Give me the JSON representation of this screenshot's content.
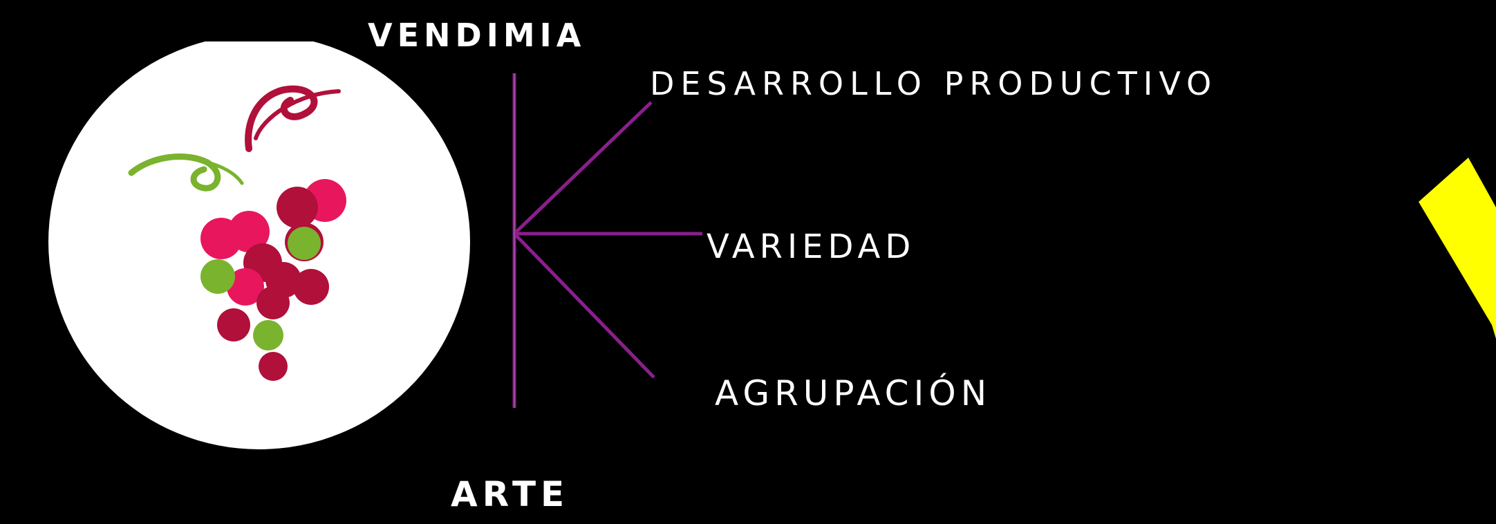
{
  "diagram": {
    "top_label": "VENDIMIA",
    "bottom_label": "ARTE",
    "branches": [
      {
        "label": "DESARROLLO PRODUCTIVO"
      },
      {
        "label": "VARIEDAD"
      },
      {
        "label": "AGRUPACIÓN"
      }
    ]
  },
  "colors": {
    "background": "#000000",
    "text": "#ffffff",
    "connector": "#8a1f8c",
    "logo_circle": "#ffffff",
    "grape_pink": "#e8175d",
    "grape_dark_red": "#b0103a",
    "grape_green": "#7ab32e",
    "accent_yellow": "#ffff00"
  },
  "icons": {
    "logo": "grape-cluster-icon"
  }
}
